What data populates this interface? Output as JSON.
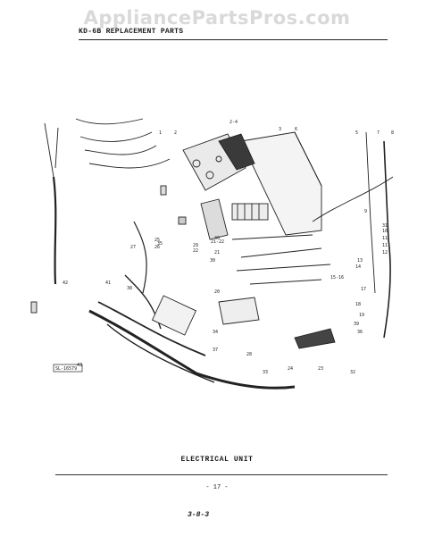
{
  "watermark": "AppliancePartsPros.com",
  "header": {
    "title": "KD-6B REPLACEMENT PARTS"
  },
  "diagram": {
    "ref_code": "SL-16579",
    "callouts": [
      "2-4",
      "1",
      "2",
      "3",
      "5",
      "6",
      "7",
      "8",
      "9",
      "10",
      "11",
      "11",
      "12",
      "13",
      "14",
      "15-16",
      "17",
      "18",
      "19",
      "20",
      "21",
      "21-22",
      "22",
      "23",
      "24",
      "25",
      "26",
      "27",
      "28",
      "29",
      "30",
      "31",
      "32",
      "33",
      "34",
      "35",
      "36",
      "37",
      "38",
      "39",
      "40",
      "41",
      "42",
      "43"
    ]
  },
  "caption": "ELECTRICAL UNIT",
  "page_number": "- 17 -",
  "footer": "3-8-3"
}
